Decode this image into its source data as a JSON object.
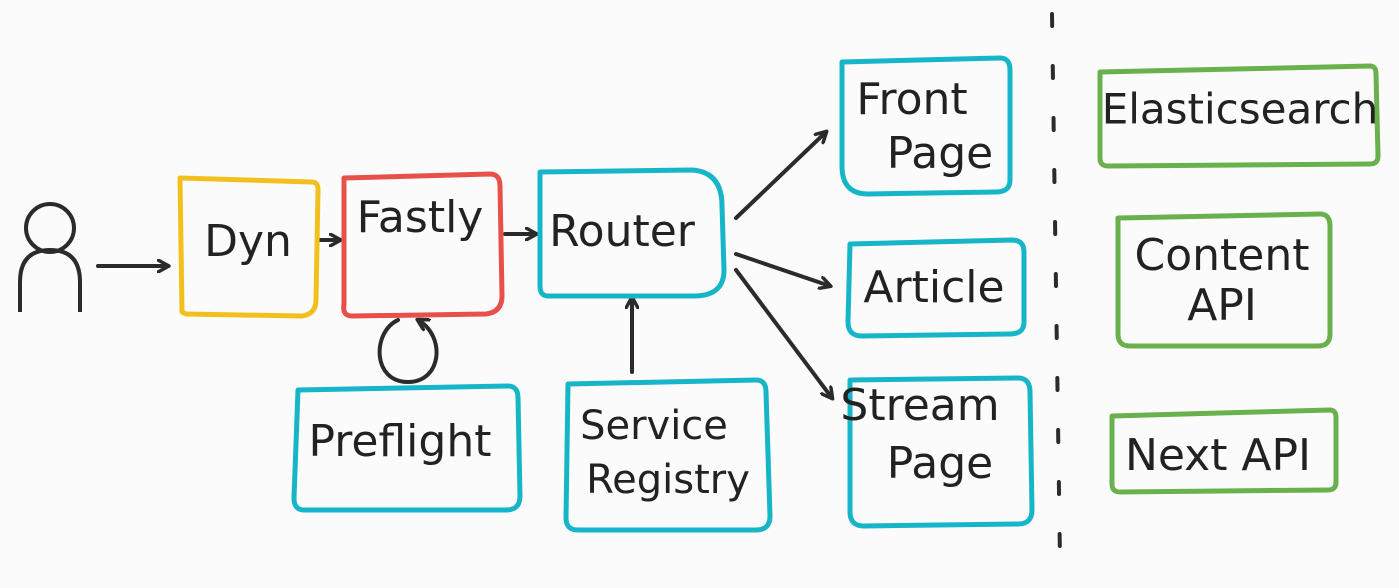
{
  "colors": {
    "yellow": "#f2c01e",
    "red": "#e8514a",
    "cyan": "#17b5c8",
    "green": "#6ab04c",
    "ink": "#2b2b2b"
  },
  "nodes": {
    "user": {
      "label": ""
    },
    "dyn": {
      "label": "Dyn",
      "color": "yellow"
    },
    "fastly": {
      "label": "Fastly",
      "color": "red"
    },
    "router": {
      "label": "Router",
      "color": "cyan"
    },
    "preflight": {
      "label": "Preflight",
      "color": "cyan"
    },
    "service_registry": {
      "line1": "Service",
      "line2": "Registry",
      "color": "cyan"
    },
    "front_page": {
      "line1": "Front",
      "line2": "Page",
      "color": "cyan"
    },
    "article": {
      "label": "Article",
      "color": "cyan"
    },
    "stream_page": {
      "line1": "Stream",
      "line2": "Page",
      "color": "cyan"
    },
    "elasticsearch": {
      "label": "Elasticsearch",
      "color": "green"
    },
    "content_api": {
      "line1": "Content",
      "line2": "API",
      "color": "green"
    },
    "next_api": {
      "label": "Next API",
      "color": "green"
    }
  },
  "edges": [
    {
      "from": "user",
      "to": "dyn"
    },
    {
      "from": "dyn",
      "to": "fastly"
    },
    {
      "from": "fastly",
      "to": "router"
    },
    {
      "from": "fastly",
      "to": "preflight",
      "style": "loop"
    },
    {
      "from": "service_registry",
      "to": "router"
    },
    {
      "from": "router",
      "to": "front_page"
    },
    {
      "from": "router",
      "to": "article"
    },
    {
      "from": "router",
      "to": "stream_page"
    }
  ]
}
